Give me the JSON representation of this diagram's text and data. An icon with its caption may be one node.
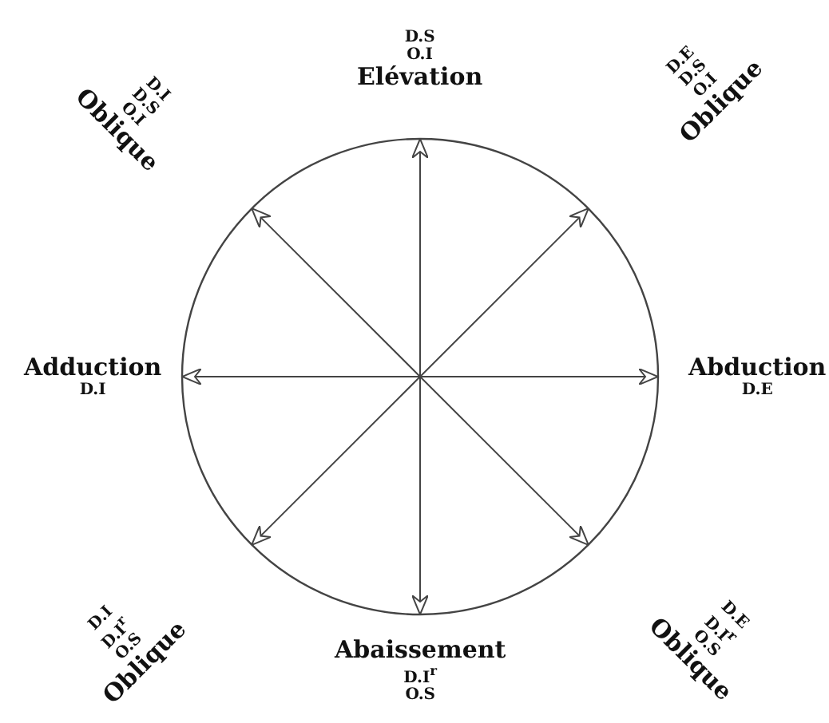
{
  "diagram": {
    "labels": [
      "D.I",
      "D.S",
      "O.I",
      "Oblique",
      "D.S",
      "O.I",
      "Elévation",
      "D.E",
      "D.S",
      "O.I",
      "Oblique",
      "Adduction",
      "D.I",
      "Abduction",
      "D.E",
      "D.I",
      "D.I$^{r}$",
      "O.S",
      "Oblique",
      "Abaissement",
      "D.I$^{r}$",
      "O.S",
      "D.E",
      "D.I$^{r}$",
      "O.S",
      "Oblique"
    ]
  }
}
